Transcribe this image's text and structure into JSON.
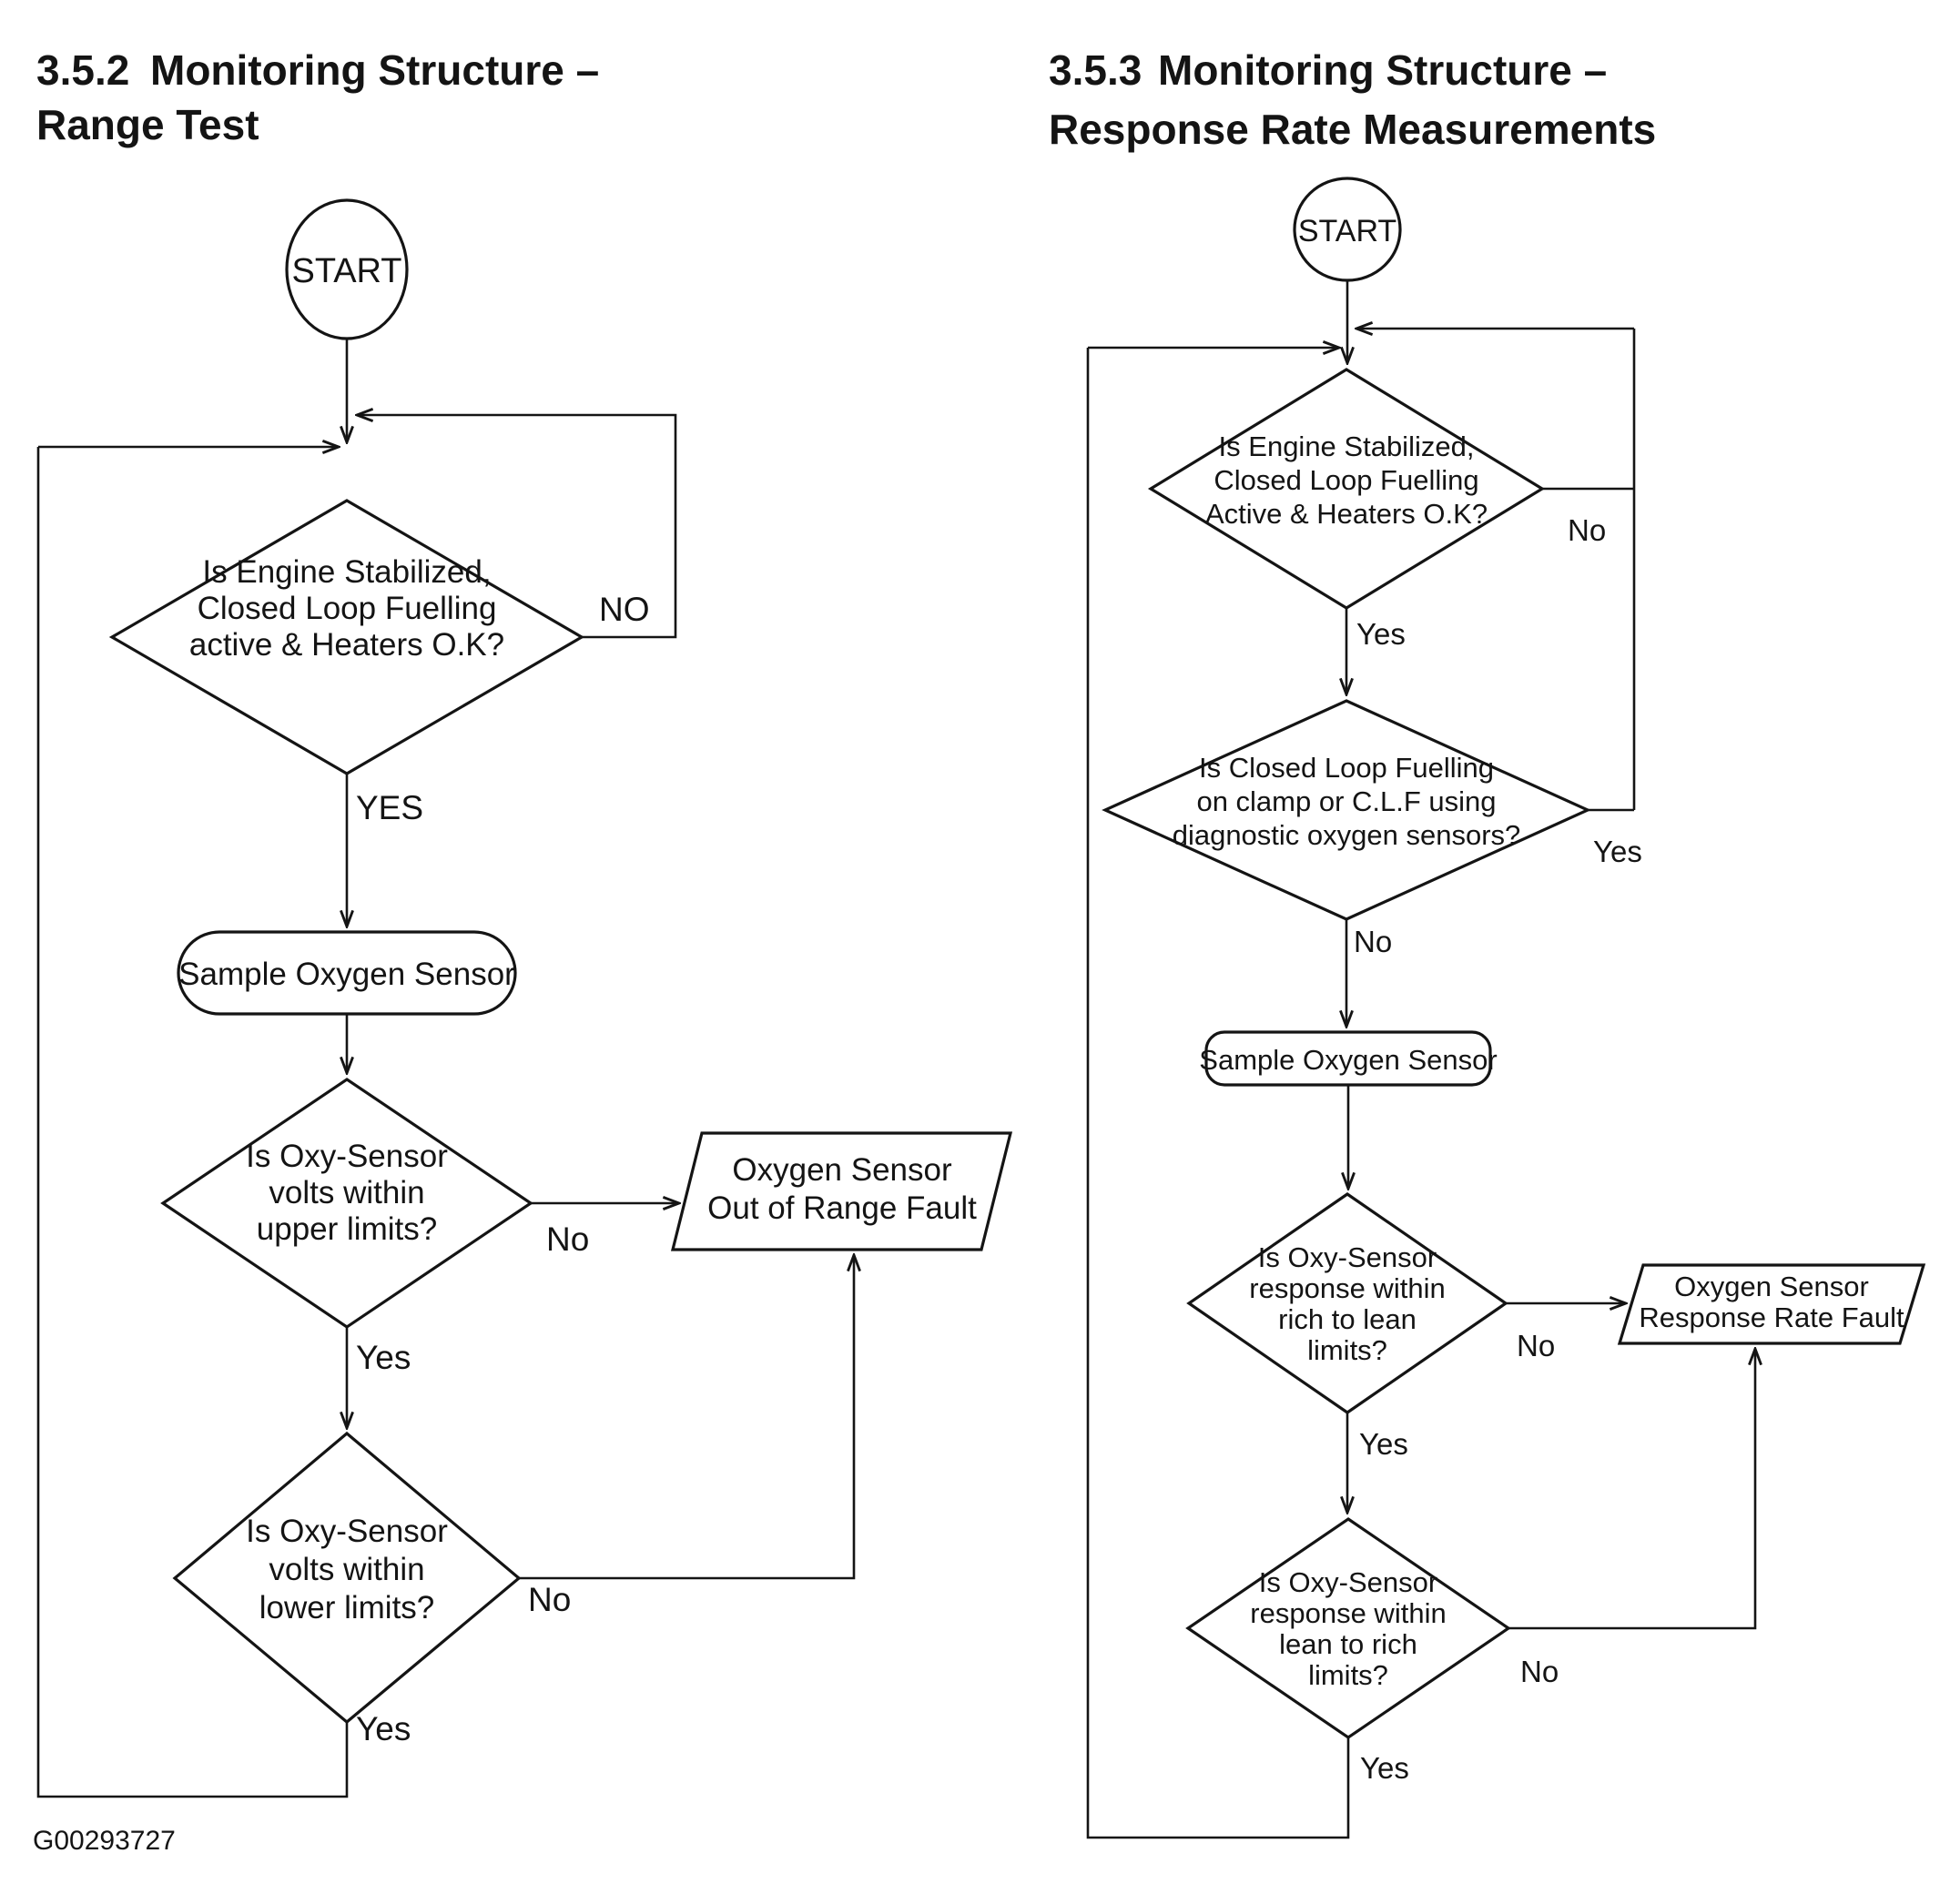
{
  "figure_label": "G00293727",
  "colors": {
    "ink": "#141414",
    "paper": "#ffffff"
  },
  "charts": [
    {
      "id": "range-test",
      "title_num": "3.5.2",
      "title_line1": "Monitoring Structure –",
      "title_line2": "Range Test",
      "nodes": {
        "start": "START",
        "d1": [
          "Is Engine Stabilized,",
          "Closed Loop Fuelling",
          "active & Heaters O.K?"
        ],
        "d1_no": "NO",
        "d1_yes": "YES",
        "sample": "Sample Oxygen Sensor",
        "d2": [
          "Is Oxy-Sensor",
          "volts within",
          "upper limits?"
        ],
        "d2_no": "No",
        "d2_yes": "Yes",
        "fault": [
          "Oxygen Sensor",
          "Out of Range Fault"
        ],
        "d3": [
          "Is Oxy-Sensor",
          "volts within",
          "lower limits?"
        ],
        "d3_no": "No",
        "d3_yes": "Yes"
      }
    },
    {
      "id": "response-rate",
      "title_num": "3.5.3",
      "title_line1": "Monitoring Structure –",
      "title_line2": "Response Rate Measurements",
      "nodes": {
        "start": "START",
        "d1": [
          "Is Engine Stabilized,",
          "Closed Loop Fuelling",
          "Active & Heaters O.K?"
        ],
        "d1_no": "No",
        "d1_yes": "Yes",
        "d2": [
          "Is Closed Loop Fuelling",
          "on clamp or C.L.F using",
          "diagnostic oxygen sensors?"
        ],
        "d2_yes": "Yes",
        "d2_no": "No",
        "sample": "Sample Oxygen Sensor",
        "d3": [
          "Is Oxy-Sensor",
          "response within",
          "rich to lean",
          "limits?"
        ],
        "d3_no": "No",
        "d3_yes": "Yes",
        "fault": [
          "Oxygen Sensor",
          "Response Rate Fault"
        ],
        "d4": [
          "Is Oxy-Sensor",
          "response within",
          "lean to rich",
          "limits?"
        ],
        "d4_no": "No",
        "d4_yes": "Yes"
      }
    }
  ]
}
